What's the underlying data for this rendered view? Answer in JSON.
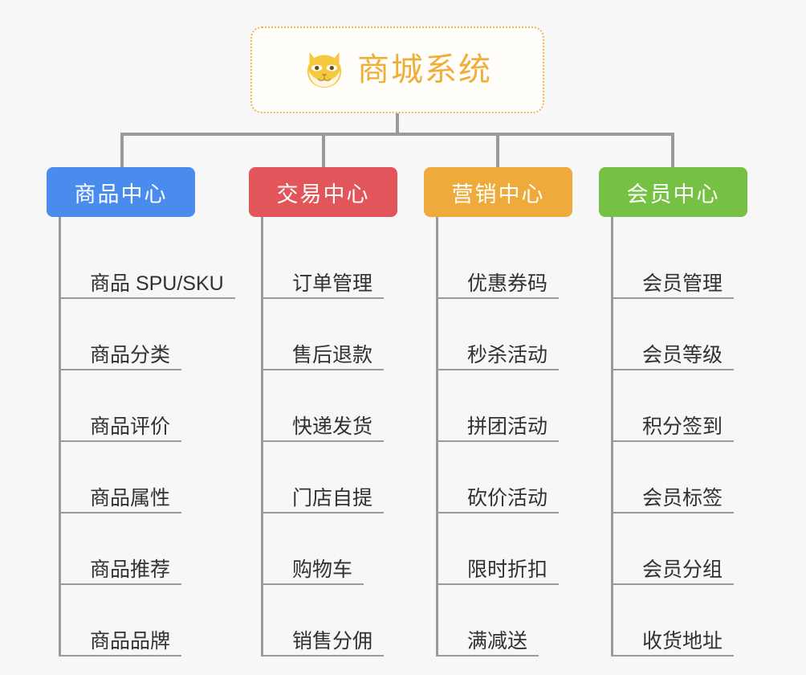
{
  "canvas": {
    "background_color": "#f7f7f7",
    "connector_color": "#9a9a9a"
  },
  "root": {
    "title": "商城系统",
    "icon": "shiba-dog-face-icon",
    "text_color": "#f0ae39",
    "border_color": "#f0b34a",
    "background_color": "#fffefb"
  },
  "columns": [
    {
      "id": "product-center",
      "title": "商品中心",
      "color": "#4a8cee",
      "items": [
        {
          "label": "商品 SPU/SKU"
        },
        {
          "label": "商品分类"
        },
        {
          "label": "商品评价"
        },
        {
          "label": "商品属性"
        },
        {
          "label": "商品推荐"
        },
        {
          "label": "商品品牌"
        }
      ]
    },
    {
      "id": "trade-center",
      "title": "交易中心",
      "color": "#e2555a",
      "items": [
        {
          "label": "订单管理"
        },
        {
          "label": "售后退款"
        },
        {
          "label": "快递发货"
        },
        {
          "label": "门店自提"
        },
        {
          "label": "购物车"
        },
        {
          "label": "销售分佣"
        }
      ]
    },
    {
      "id": "marketing-center",
      "title": "营销中心",
      "color": "#eeab3c",
      "items": [
        {
          "label": "优惠券码"
        },
        {
          "label": "秒杀活动"
        },
        {
          "label": "拼团活动"
        },
        {
          "label": "砍价活动"
        },
        {
          "label": "限时折扣"
        },
        {
          "label": "满减送"
        }
      ]
    },
    {
      "id": "member-center",
      "title": "会员中心",
      "color": "#76c043",
      "items": [
        {
          "label": "会员管理"
        },
        {
          "label": "会员等级"
        },
        {
          "label": "积分签到"
        },
        {
          "label": "会员标签"
        },
        {
          "label": "会员分组"
        },
        {
          "label": "收货地址"
        }
      ]
    }
  ]
}
